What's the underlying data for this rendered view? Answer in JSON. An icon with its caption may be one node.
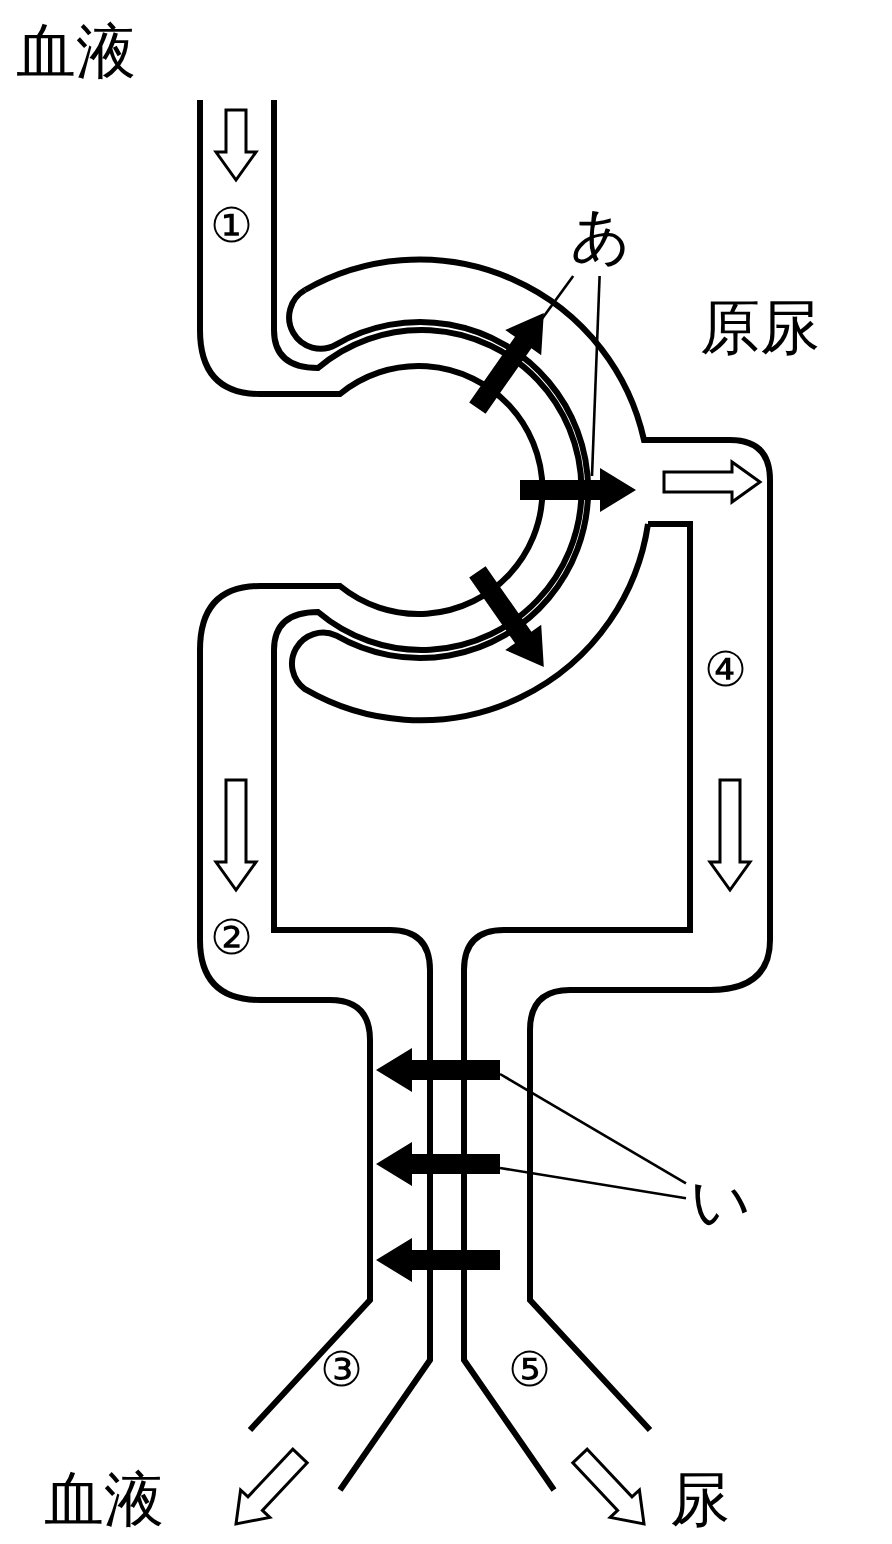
{
  "diagram": {
    "nodes": [
      {
        "text": [
          "あ"
        ]
      },
      {
        "text": [
          "い"
        ]
      }
    ],
    "edges": [
      {
        "from": 0,
        "to": null,
        "arrow": "none"
      },
      {
        "from": 0,
        "to": null,
        "arrow": "none"
      },
      {
        "from": 1,
        "to": null,
        "arrow": "none"
      },
      {
        "from": 1,
        "to": null,
        "arrow": "none"
      }
    ],
    "labels": [
      "血液",
      "①",
      "原尿",
      "④",
      "②",
      "③",
      "⑤",
      "血液",
      "尿"
    ]
  }
}
